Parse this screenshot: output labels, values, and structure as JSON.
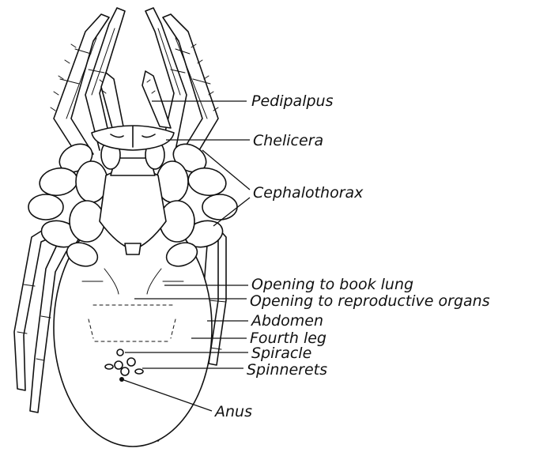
{
  "labels": {
    "pedipalpus": "Pedipalpus",
    "chelicera": "Chelicera",
    "cephalothorax": "Cephalothorax",
    "book_lung": "Opening to book lung",
    "reproductive": "Opening to reproductive organs",
    "abdomen": "Abdomen",
    "fourth_leg": "Fourth leg",
    "spiracle": "Spiracle",
    "spinnerets": "Spinnerets",
    "anus": "Anus"
  }
}
